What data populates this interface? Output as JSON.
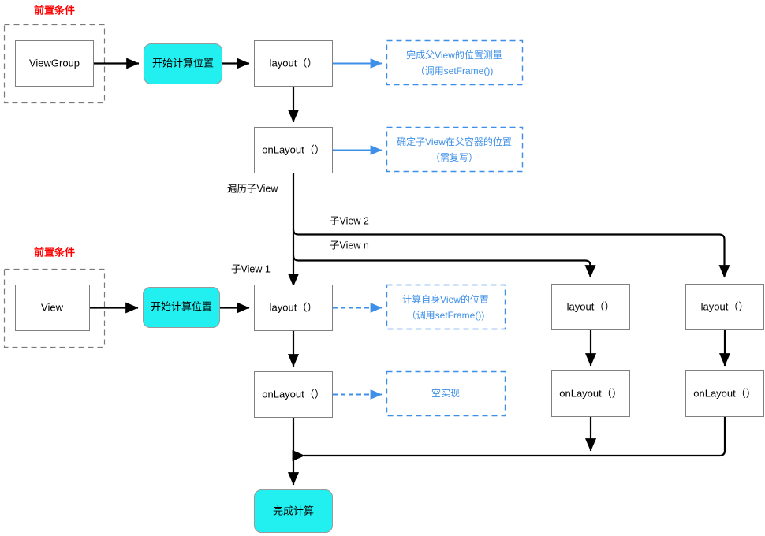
{
  "diagram": {
    "title": "Android View layout process flowchart",
    "colors": {
      "accent_cyan": "#22efef",
      "note_blue": "#3d8fe8",
      "group_label_red": "#ff0000",
      "box_border_gray": "#808080",
      "flow_black": "#000000"
    },
    "groups": [
      {
        "id": "group-viewgroup",
        "label": "前置条件",
        "member": "ViewGroup"
      },
      {
        "id": "group-view",
        "label": "前置条件",
        "member": "View"
      }
    ],
    "nodes": {
      "viewgroup": "ViewGroup",
      "view": "View",
      "start_vg": "开始计算位置",
      "start_v": "开始计算位置",
      "vg_layout": "layout（）",
      "vg_onlayout": "onLayout（）",
      "v1_layout": "layout（）",
      "v1_onlayout": "onLayout（）",
      "v2_layout": "layout（）",
      "v2_onlayout": "onLayout（）",
      "vn_layout": "layout（）",
      "vn_onlayout": "onLayout（）",
      "finish": "完成计算"
    },
    "notes": {
      "vg_layout_note_line1": "完成父View的位置测量",
      "vg_layout_note_line2": "（调用setFrame())",
      "vg_onlayout_note_line1": "确定子View在父容器的位置",
      "vg_onlayout_note_line2": "（需复写）",
      "v_layout_note_line1": "计算自身View的位置",
      "v_layout_note_line2": "（调用setFrame())",
      "v_onlayout_note_line1": "空实现"
    },
    "edge_labels": {
      "traverse": "遍历子View",
      "child1": "子View 1",
      "child2": "子View 2",
      "childn": "子View n"
    }
  }
}
